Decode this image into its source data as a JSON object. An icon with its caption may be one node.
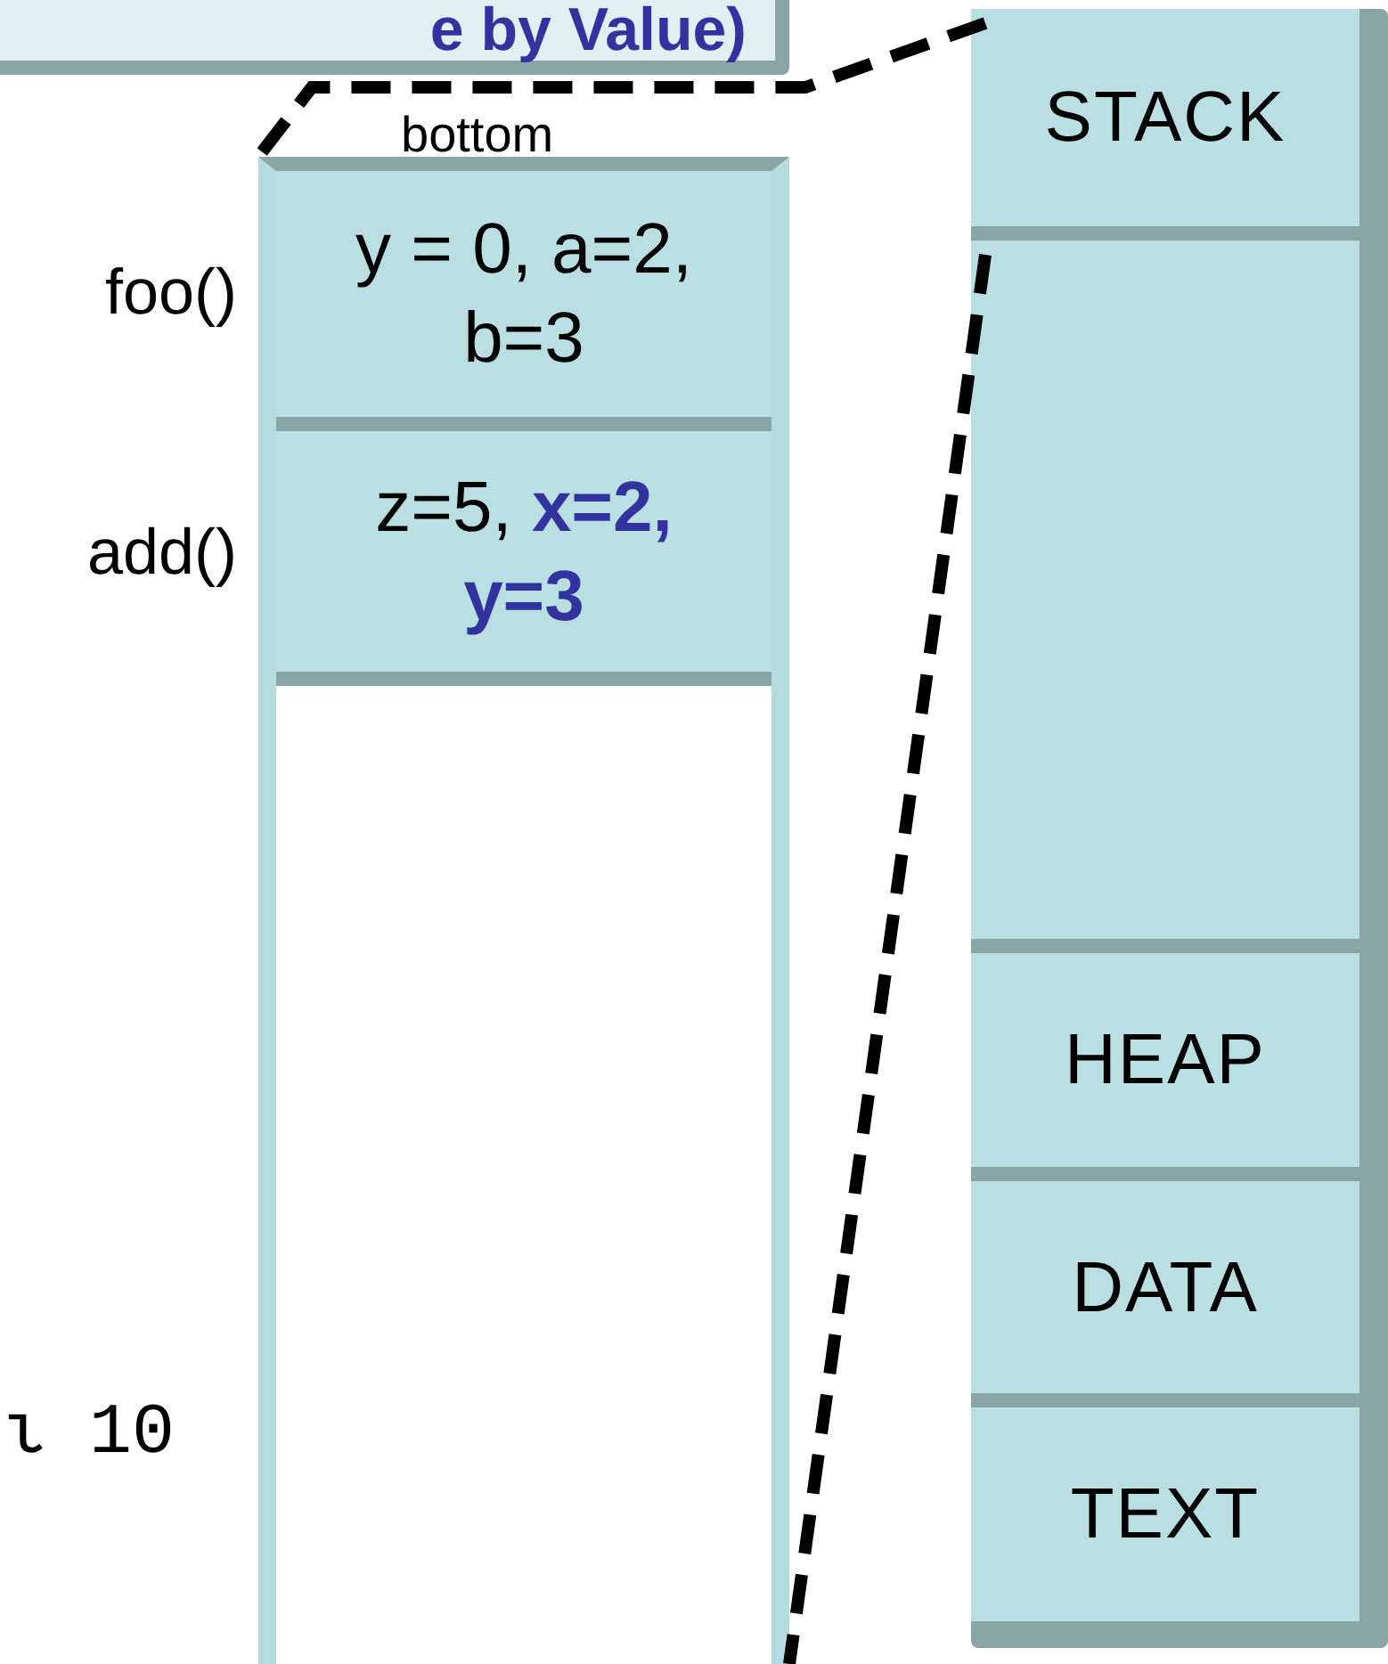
{
  "diagram": {
    "nodes": [
      {
        "text": [
          "e by Value)"
        ]
      },
      {
        "text": [
          "bottom"
        ]
      },
      {
        "text": [
          "y = 0, a=2, b=3"
        ],
        "in": 1,
        "beside": [
          "foo()"
        ]
      },
      {
        "text": [
          "z=5, **x=2, y=3**"
        ],
        "in": 1,
        "beside": [
          "add()"
        ]
      },
      {
        "text": [],
        "shape": "box"
      },
      {
        "text": [
          "STACK"
        ],
        "in": 4
      },
      {
        "text": [],
        "shape": "box",
        "in": 4
      },
      {
        "text": [
          "HEAP"
        ],
        "in": 4
      },
      {
        "text": [
          "DATA"
        ],
        "in": 4
      },
      {
        "text": [
          "TEXT"
        ],
        "in": 4
      }
    ],
    "edges": [
      {
        "from": 5,
        "to": 1,
        "arrow": "none",
        "style": "dashed"
      },
      {
        "from": 6,
        "to": 1,
        "arrow": "none",
        "style": "dashed"
      }
    ],
    "labels": [
      "ι 10"
    ]
  }
}
